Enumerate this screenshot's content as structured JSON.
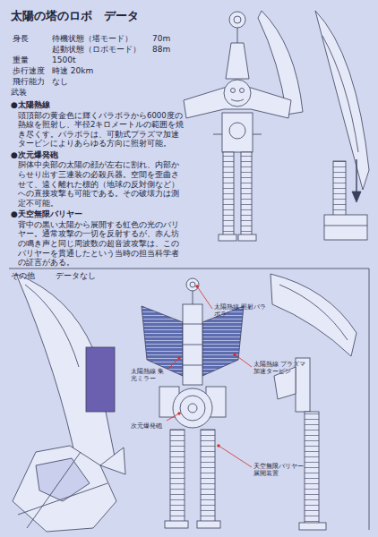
{
  "diagram": {
    "title": "太陽の塔のロボ　データ",
    "labels": [
      "身長",
      "待機状態（塔モード）",
      "70m",
      "起動状態（ロボモード）",
      "88m",
      "重量",
      "1500t",
      "歩行速度",
      "時速 20km",
      "飛行能力",
      "なし",
      "武装",
      "●太陽熱線",
      "頭頂部の黄金色に輝くパラボラから6000度の熱線を照射し、半径2キロメートルの範囲を焼き尽くす。パラボラは、可動式プラズマ加速タービンによりあらゆる方向に照射可能。",
      "●次元爆発砲",
      "胴体中央部の太陽の顔が左右に割れ、内部からせり出す三連装の必殺兵器。空間を歪曲させて、遠く離れた標的（地球の反対側など）への直接攻撃も可能である。その破壊力は測定不可能。",
      "●天空無限バリヤー",
      "背中の黒い太陽から展開する虹色の光のバリヤー。通常攻撃の一切を反射するが、赤ん坊の鳴き声と同じ周波数の超音波攻撃は、このバリヤーを貫通したという当時の担当科学者の証言がある。",
      "その他",
      "データなし",
      "太陽熱線 照射パラボラ",
      "太陽熱線 集光ミラー",
      "太陽熱線 プラズマ加速タービン",
      "次元爆発砲",
      "天空無限バリヤー 展開装置"
    ]
  }
}
